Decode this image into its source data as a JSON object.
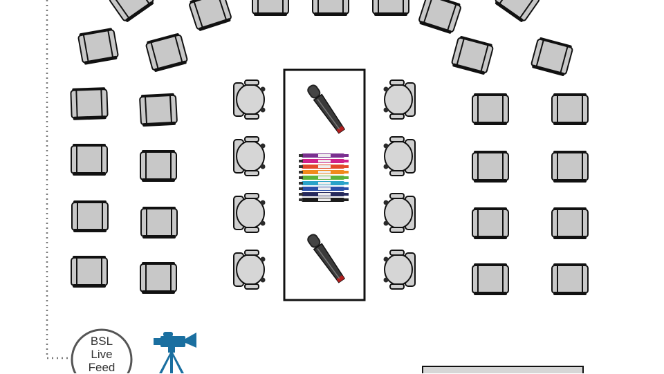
{
  "bsl_live_feed": {
    "line1": "BSL",
    "line2": "Live",
    "line3": "Feed"
  },
  "colors": {
    "chair_fill": "#c8c8c8",
    "outline": "#111111",
    "camera_blue": "#1a6fa0",
    "dotted_line": "#777777"
  },
  "icons": [
    "square-chair-icon",
    "round-chair-icon",
    "microphone-icon",
    "marker-pens-icon",
    "video-camera-icon"
  ]
}
